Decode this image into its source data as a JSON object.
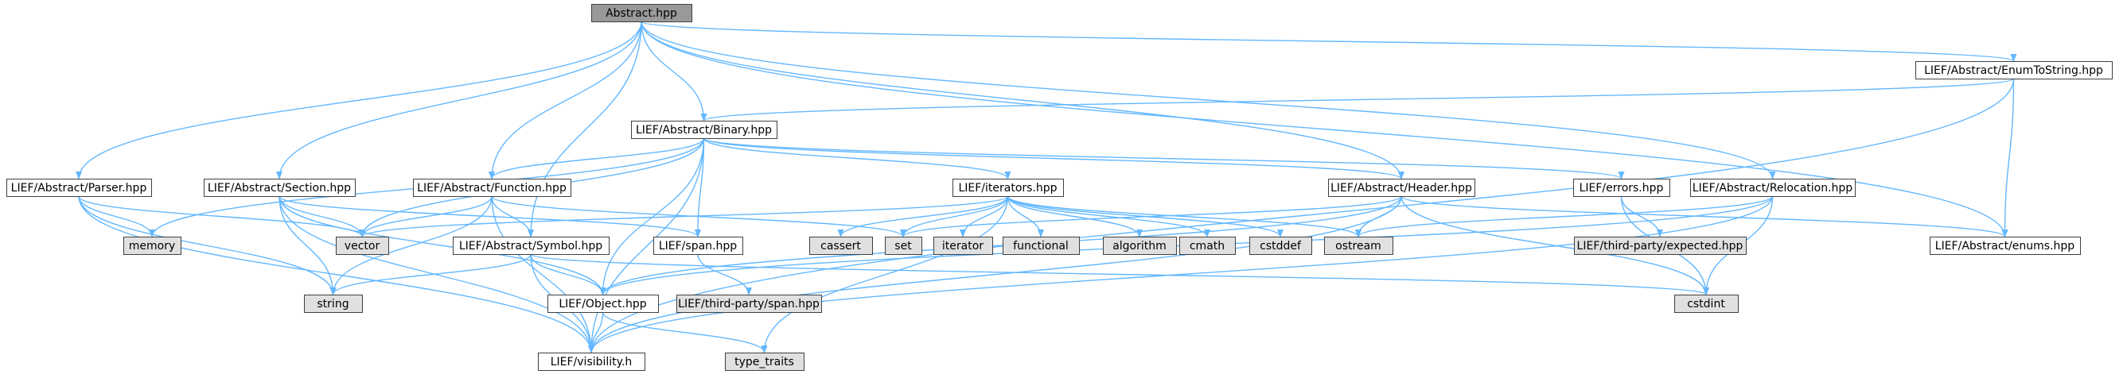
{
  "colors": {
    "edge": "#63b8ff",
    "node_border": "#404040",
    "header_fill": "#ffffff",
    "system_fill": "#e0e0e0",
    "root_fill": "#999999"
  },
  "nodes": [
    {
      "id": "abstract",
      "label": "Abstract.hpp",
      "kind": "root"
    },
    {
      "id": "enumtostring",
      "label": "LIEF/Abstract/EnumToString.hpp",
      "kind": "header"
    },
    {
      "id": "binary",
      "label": "LIEF/Abstract/Binary.hpp",
      "kind": "header"
    },
    {
      "id": "parser",
      "label": "LIEF/Abstract/Parser.hpp",
      "kind": "header"
    },
    {
      "id": "section",
      "label": "LIEF/Abstract/Section.hpp",
      "kind": "header"
    },
    {
      "id": "function",
      "label": "LIEF/Abstract/Function.hpp",
      "kind": "header"
    },
    {
      "id": "iterators",
      "label": "LIEF/iterators.hpp",
      "kind": "header"
    },
    {
      "id": "header",
      "label": "LIEF/Abstract/Header.hpp",
      "kind": "header"
    },
    {
      "id": "errors",
      "label": "LIEF/errors.hpp",
      "kind": "header"
    },
    {
      "id": "relocation",
      "label": "LIEF/Abstract/Relocation.hpp",
      "kind": "header"
    },
    {
      "id": "memory",
      "label": "memory",
      "kind": "system"
    },
    {
      "id": "vector",
      "label": "vector",
      "kind": "system"
    },
    {
      "id": "symbol",
      "label": "LIEF/Abstract/Symbol.hpp",
      "kind": "header"
    },
    {
      "id": "span",
      "label": "LIEF/span.hpp",
      "kind": "header"
    },
    {
      "id": "cassert",
      "label": "cassert",
      "kind": "system"
    },
    {
      "id": "set",
      "label": "set",
      "kind": "system"
    },
    {
      "id": "iterator",
      "label": "iterator",
      "kind": "system"
    },
    {
      "id": "functional",
      "label": "functional",
      "kind": "system"
    },
    {
      "id": "algorithm",
      "label": "algorithm",
      "kind": "system"
    },
    {
      "id": "cmath",
      "label": "cmath",
      "kind": "system"
    },
    {
      "id": "cstddef",
      "label": "cstddef",
      "kind": "system"
    },
    {
      "id": "ostream",
      "label": "ostream",
      "kind": "system"
    },
    {
      "id": "expected",
      "label": "LIEF/third-party/expected.hpp",
      "kind": "system"
    },
    {
      "id": "enums",
      "label": "LIEF/Abstract/enums.hpp",
      "kind": "header"
    },
    {
      "id": "string",
      "label": "string",
      "kind": "system"
    },
    {
      "id": "object",
      "label": "LIEF/Object.hpp",
      "kind": "header"
    },
    {
      "id": "tpspan",
      "label": "LIEF/third-party/span.hpp",
      "kind": "system"
    },
    {
      "id": "cstdint",
      "label": "cstdint",
      "kind": "system"
    },
    {
      "id": "visibility",
      "label": "LIEF/visibility.h",
      "kind": "header"
    },
    {
      "id": "typetraits",
      "label": "type_traits",
      "kind": "system"
    }
  ],
  "edges": [
    [
      "abstract",
      "enumtostring"
    ],
    [
      "abstract",
      "binary"
    ],
    [
      "abstract",
      "parser"
    ],
    [
      "abstract",
      "section"
    ],
    [
      "abstract",
      "function"
    ],
    [
      "abstract",
      "symbol"
    ],
    [
      "abstract",
      "header"
    ],
    [
      "abstract",
      "relocation"
    ],
    [
      "abstract",
      "enums"
    ],
    [
      "enumtostring",
      "binary"
    ],
    [
      "enumtostring",
      "enums"
    ],
    [
      "enumtostring",
      "visibility"
    ],
    [
      "binary",
      "memory"
    ],
    [
      "binary",
      "vector"
    ],
    [
      "binary",
      "function"
    ],
    [
      "binary",
      "iterators"
    ],
    [
      "binary",
      "header"
    ],
    [
      "binary",
      "errors"
    ],
    [
      "binary",
      "span"
    ],
    [
      "binary",
      "object"
    ],
    [
      "binary",
      "visibility"
    ],
    [
      "parser",
      "memory"
    ],
    [
      "parser",
      "vector"
    ],
    [
      "parser",
      "string"
    ],
    [
      "parser",
      "visibility"
    ],
    [
      "section",
      "vector"
    ],
    [
      "section",
      "string"
    ],
    [
      "section",
      "span"
    ],
    [
      "section",
      "object"
    ],
    [
      "section",
      "visibility"
    ],
    [
      "function",
      "vector"
    ],
    [
      "function",
      "set"
    ],
    [
      "function",
      "string"
    ],
    [
      "function",
      "symbol"
    ],
    [
      "function",
      "visibility"
    ],
    [
      "iterators",
      "vector"
    ],
    [
      "iterators",
      "cassert"
    ],
    [
      "iterators",
      "set"
    ],
    [
      "iterators",
      "iterator"
    ],
    [
      "iterators",
      "functional"
    ],
    [
      "iterators",
      "algorithm"
    ],
    [
      "iterators",
      "cmath"
    ],
    [
      "iterators",
      "cstddef"
    ],
    [
      "iterators",
      "ostream"
    ],
    [
      "iterators",
      "typetraits"
    ],
    [
      "header",
      "ostream"
    ],
    [
      "header",
      "set"
    ],
    [
      "header",
      "enums"
    ],
    [
      "header",
      "cstdint"
    ],
    [
      "header",
      "object"
    ],
    [
      "header",
      "visibility"
    ],
    [
      "errors",
      "expected"
    ],
    [
      "errors",
      "cstdint"
    ],
    [
      "relocation",
      "ostream"
    ],
    [
      "relocation",
      "cstdint"
    ],
    [
      "relocation",
      "object"
    ],
    [
      "relocation",
      "visibility"
    ],
    [
      "symbol",
      "string"
    ],
    [
      "symbol",
      "cstdint"
    ],
    [
      "symbol",
      "object"
    ],
    [
      "symbol",
      "visibility"
    ],
    [
      "span",
      "tpspan"
    ],
    [
      "object",
      "visibility"
    ],
    [
      "object",
      "typetraits"
    ]
  ]
}
